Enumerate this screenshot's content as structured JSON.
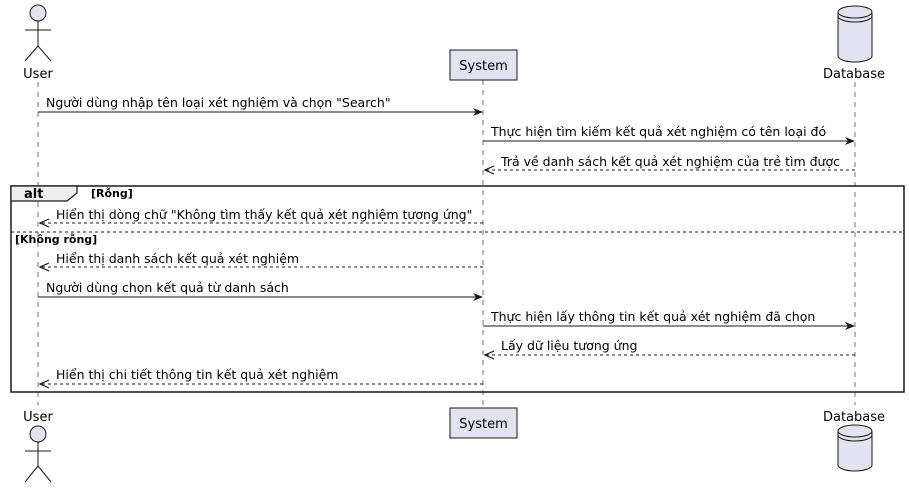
{
  "diagram": {
    "participants": [
      {
        "id": "user",
        "label": "User",
        "kind": "actor"
      },
      {
        "id": "system",
        "label": "System",
        "kind": "participant"
      },
      {
        "id": "db",
        "label": "Database",
        "kind": "database"
      }
    ],
    "messages": [
      {
        "text": "Người dùng nhập tên loại xét nghiệm và chọn \"Search\""
      },
      {
        "text": "Thực hiện tìm kiếm kết quả xét nghiệm có tên loại đó"
      },
      {
        "text": "Trả về danh sách kết quả xét nghiệm của trẻ tìm được"
      },
      {
        "text": "Hiển thị dòng chữ \"Không tìm thấy kết quả xét nghiệm tương ứng\""
      },
      {
        "text": "Hiển thị danh sách kết quả xét nghiệm"
      },
      {
        "text": "Người dùng chọn kết quả từ danh sách"
      },
      {
        "text": "Thực hiện lấy thông tin kết quả xét nghiệm đã chọn"
      },
      {
        "text": "Lấy dữ liệu tương ứng"
      },
      {
        "text": "Hiển thị chi tiết thông tin kết quả xét nghiệm"
      }
    ],
    "alt": {
      "keyword": "alt",
      "condition1": "[Rỗng]",
      "condition2": "[Không rỗng]"
    },
    "colors": {
      "participant_fill": "#E2E2F0",
      "participant_stroke": "#181818",
      "lifeline": "#181818"
    }
  }
}
